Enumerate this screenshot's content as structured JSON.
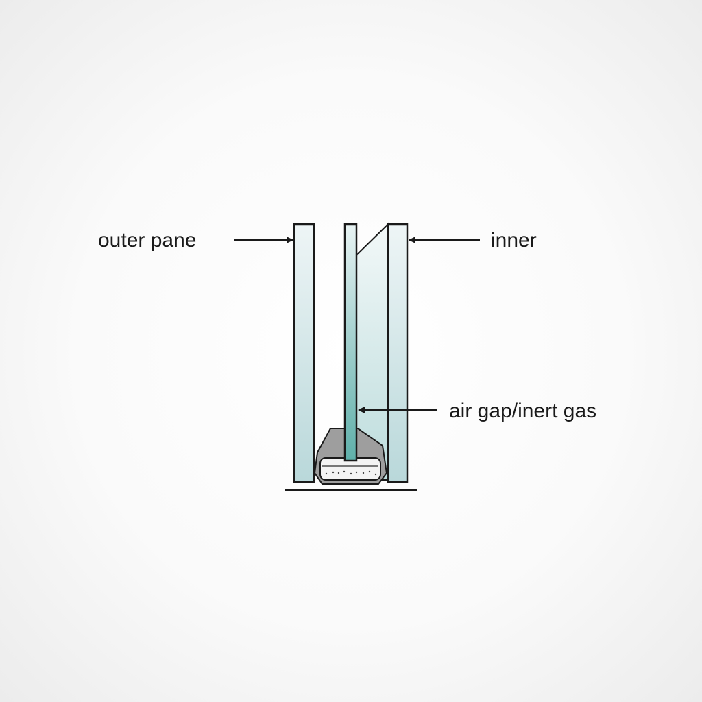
{
  "labels": {
    "outer": "outer pane",
    "inner": "inner",
    "gap": "air gap/inert gas"
  },
  "colors": {
    "glass_light": "#eef5f6",
    "glass_mid": "#b9d8da",
    "glass_teal": "#5fb0aa",
    "spacer": "#9a9a9a",
    "outline": "#1a1a1a"
  }
}
